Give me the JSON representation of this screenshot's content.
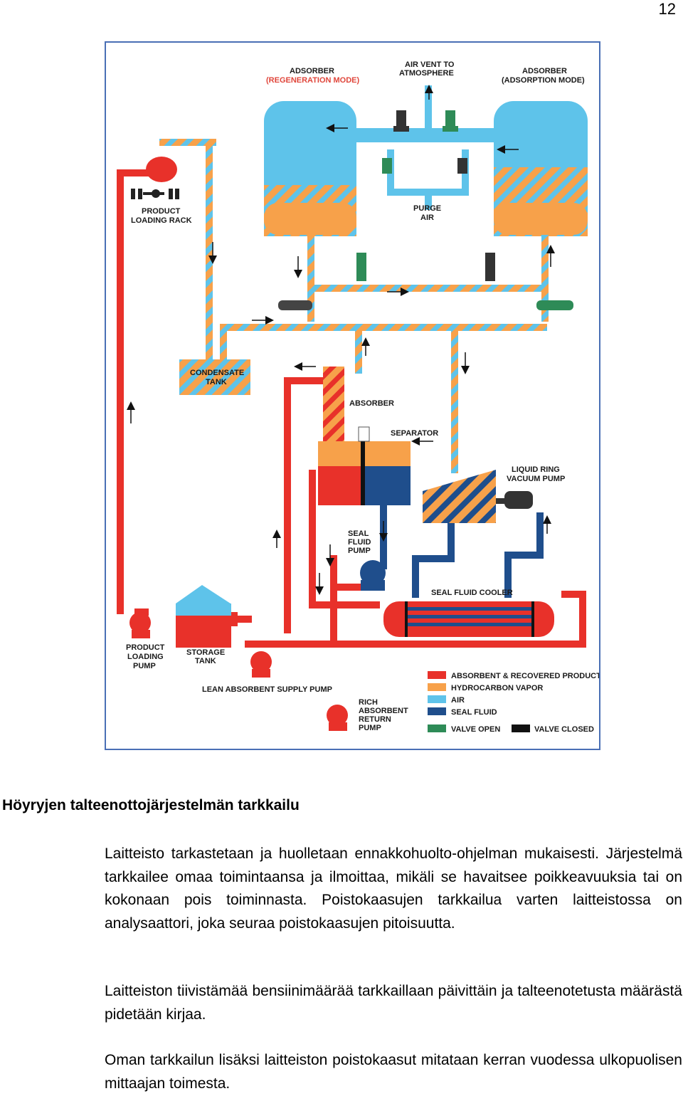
{
  "page_number": "12",
  "figure": {
    "labels": {
      "adsorber_left": "ADSORBER",
      "adsorber_left_mode": "(REGENERATION MODE)",
      "air_vent_line1": "AIR VENT TO",
      "air_vent_line2": "ATMOSPHERE",
      "adsorber_right": "ADSORBER",
      "adsorber_right_mode": "(ADSORPTION MODE)",
      "product_loading_rack_line1": "PRODUCT",
      "product_loading_rack_line2": "LOADING RACK",
      "purge_air_line1": "PURGE",
      "purge_air_line2": "AIR",
      "condensate_tank_line1": "CONDENSATE",
      "condensate_tank_line2": "TANK",
      "absorber": "ABSORBER",
      "separator": "SEPARATOR",
      "liquid_ring_line1": "LIQUID RING",
      "liquid_ring_line2": "VACUUM PUMP",
      "seal_fluid_pump_line1": "SEAL",
      "seal_fluid_pump_line2": "FLUID",
      "seal_fluid_pump_line3": "PUMP",
      "seal_fluid_cooler": "SEAL FLUID COOLER",
      "product_loading_pump_line1": "PRODUCT",
      "product_loading_pump_line2": "LOADING",
      "product_loading_pump_line3": "PUMP",
      "storage_tank_line1": "STORAGE",
      "storage_tank_line2": "TANK",
      "lean_absorbent_supply_pump": "LEAN ABSORBENT SUPPLY PUMP",
      "rich_return_line1": "RICH",
      "rich_return_line2": "ABSORBENT",
      "rich_return_line3": "RETURN",
      "rich_return_line4": "PUMP"
    },
    "legend": [
      {
        "label": "ABSORBENT & RECOVERED PRODUCT",
        "color": "#e8312a"
      },
      {
        "label": "HYDROCARBON VAPOR",
        "color": "#f7a14a"
      },
      {
        "label": "AIR",
        "color": "#5ec3ea"
      },
      {
        "label": "SEAL FLUID",
        "color": "#1f4e8c"
      },
      {
        "label": "VALVE OPEN",
        "color": "#2e8b57"
      },
      {
        "label": "VALVE CLOSED",
        "color": "#111111"
      }
    ]
  },
  "heading": "Höyryjen talteenottojärjestelmän tarkkailu",
  "paragraphs": {
    "p1": "Laitteisto tarkastetaan ja huolletaan ennakkohuolto-ohjelman mukaisesti. Järjestelmä tarkkailee omaa toimintaansa ja ilmoittaa, mikäli se havaitsee poikkeavuuksia tai on kokonaan pois toiminnasta. Poistokaasujen tarkkailua varten laitteistossa on analysaattori, joka seuraa poistokaasujen pitoisuutta.",
    "p2": "Laitteiston tiivistämää bensiinimäärää tarkkaillaan päivittäin ja talteenotetusta määrästä pidetään kirjaa.",
    "p3": "Oman tarkkailun lisäksi laitteiston poistokaasut mitataan kerran vuodessa ulkopuolisen mittaajan toimesta."
  }
}
